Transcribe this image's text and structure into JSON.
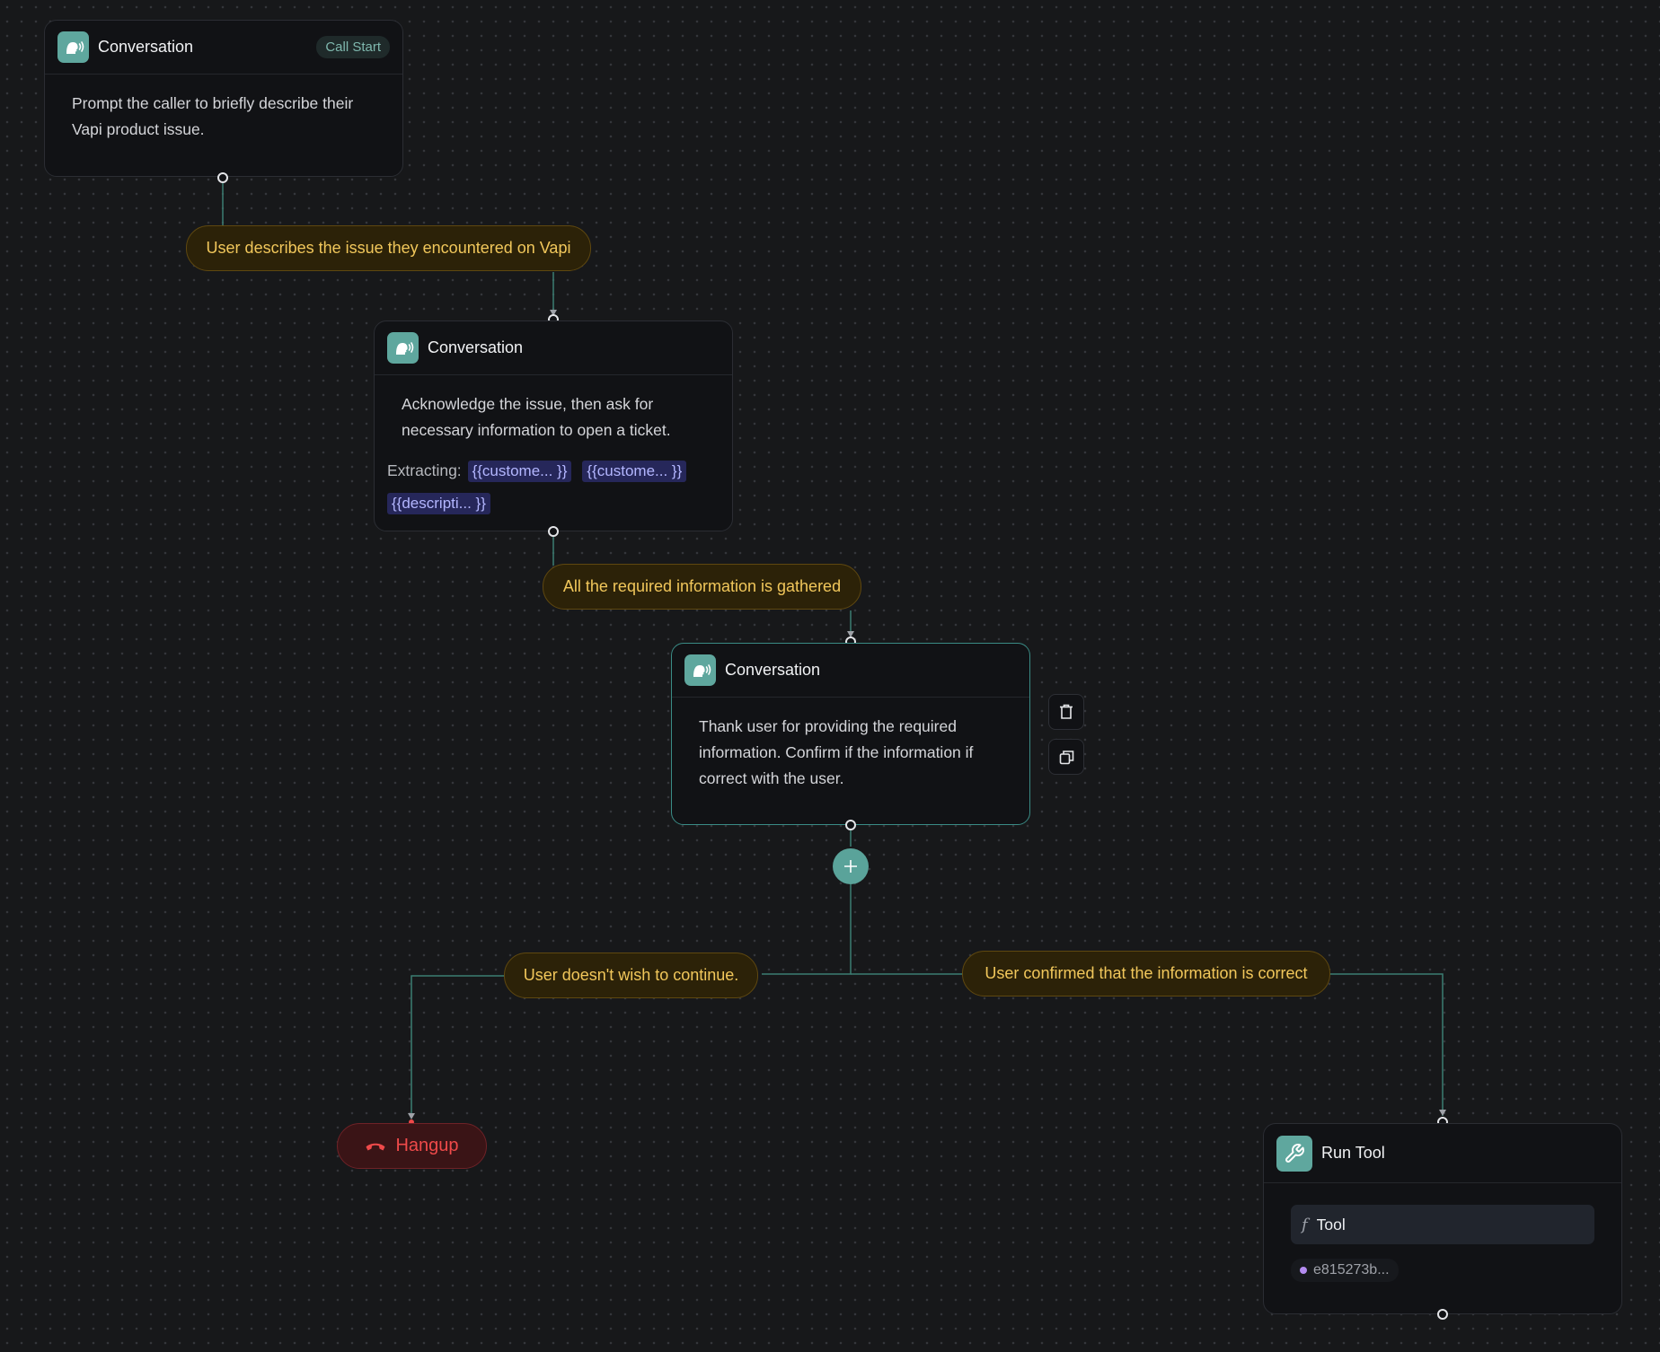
{
  "nodes": {
    "start": {
      "title": "Conversation",
      "badge": "Call Start",
      "prompt": "Prompt the caller to briefly describe their Vapi product issue."
    },
    "gather": {
      "title": "Conversation",
      "prompt": "Acknowledge the issue, then ask for necessary information to open a ticket.",
      "extracting_label": "Extracting:",
      "variables": [
        "{{custome... }}",
        "{{custome... }}",
        "{{descripti... }}"
      ]
    },
    "confirm": {
      "title": "Conversation",
      "prompt": "Thank user for providing the required information. Confirm if the information if correct with the user."
    },
    "hangup": {
      "label": "Hangup"
    },
    "run_tool": {
      "title": "Run Tool",
      "tool_label": "Tool",
      "tool_id": "e815273b..."
    }
  },
  "edges": {
    "start_to_gather": "User describes the issue they encountered on Vapi",
    "gather_to_confirm": "All the required information is gathered",
    "confirm_to_hangup": "User doesn't wish to continue.",
    "confirm_to_tool": "User confirmed that the information is correct"
  },
  "colors": {
    "canvas": "#17181a",
    "node_bg": "#111215",
    "accent": "#5fa79e",
    "edge_label_text": "#f1c75b",
    "hangup_red": "#ef4a4a",
    "variable_chip": "#b3b6ff"
  },
  "icons": {
    "conversation": "speaking-head-icon",
    "delete": "trash-icon",
    "duplicate": "copy-icon",
    "add": "plus-icon",
    "hangup": "phone-hangup-icon",
    "tool": "wrench-icon",
    "function": "function-icon"
  }
}
